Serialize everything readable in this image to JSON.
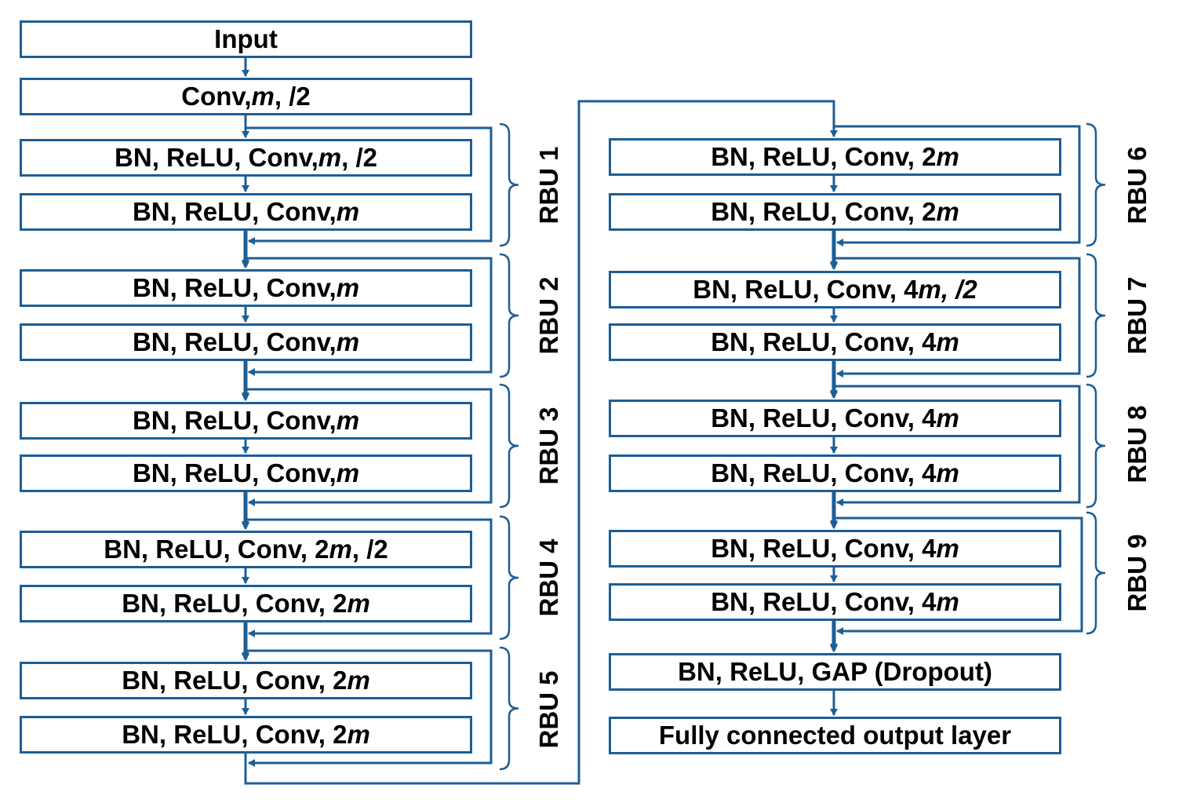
{
  "colors": {
    "stroke": "#1d5e95",
    "text": "#000000",
    "background": "#ffffff"
  },
  "layers": {
    "input": "Input",
    "conv_stem": [
      {
        "t": "Conv, "
      },
      {
        "t": "m",
        "i": true
      },
      {
        "t": ", /2"
      }
    ],
    "rbu1_a": [
      {
        "t": "BN, ReLU, Conv, "
      },
      {
        "t": "m",
        "i": true
      },
      {
        "t": ", /2"
      }
    ],
    "rbu1_b": [
      {
        "t": "BN, ReLU, Conv, "
      },
      {
        "t": "m",
        "i": true
      }
    ],
    "rbu2_a": [
      {
        "t": "BN, ReLU, Conv, "
      },
      {
        "t": "m",
        "i": true
      }
    ],
    "rbu2_b": [
      {
        "t": "BN, ReLU, Conv, "
      },
      {
        "t": "m",
        "i": true
      }
    ],
    "rbu3_a": [
      {
        "t": "BN, ReLU, Conv, "
      },
      {
        "t": "m",
        "i": true
      }
    ],
    "rbu3_b": [
      {
        "t": "BN, ReLU, Conv, "
      },
      {
        "t": "m",
        "i": true
      }
    ],
    "rbu4_a": [
      {
        "t": "BN, ReLU, Conv, 2"
      },
      {
        "t": "m",
        "i": true
      },
      {
        "t": ", /2"
      }
    ],
    "rbu4_b": [
      {
        "t": "BN, ReLU, Conv, 2"
      },
      {
        "t": "m",
        "i": true
      }
    ],
    "rbu5_a": [
      {
        "t": "BN, ReLU, Conv, 2"
      },
      {
        "t": "m",
        "i": true
      }
    ],
    "rbu5_b": [
      {
        "t": "BN, ReLU, Conv, 2"
      },
      {
        "t": "m",
        "i": true
      }
    ],
    "rbu6_a": [
      {
        "t": "BN, ReLU, Conv, 2"
      },
      {
        "t": "m",
        "i": true
      }
    ],
    "rbu6_b": [
      {
        "t": "BN, ReLU, Conv, 2"
      },
      {
        "t": "m",
        "i": true
      }
    ],
    "rbu7_a": [
      {
        "t": "BN, ReLU, Conv, 4"
      },
      {
        "t": "m, /2",
        "i": true
      }
    ],
    "rbu7_b": [
      {
        "t": "BN, ReLU, Conv, 4"
      },
      {
        "t": "m",
        "i": true
      }
    ],
    "rbu8_a": [
      {
        "t": "BN, ReLU, Conv, 4"
      },
      {
        "t": "m",
        "i": true
      }
    ],
    "rbu8_b": [
      {
        "t": "BN, ReLU, Conv, 4"
      },
      {
        "t": "m",
        "i": true
      }
    ],
    "rbu9_a": [
      {
        "t": "BN, ReLU, Conv, 4"
      },
      {
        "t": "m",
        "i": true
      }
    ],
    "rbu9_b": [
      {
        "t": "BN, ReLU, Conv, 4"
      },
      {
        "t": "m",
        "i": true
      }
    ],
    "gap": "BN, ReLU, GAP (Dropout)",
    "fc": "Fully connected output layer"
  },
  "rbu_labels": [
    "RBU 1",
    "RBU 2",
    "RBU 3",
    "RBU 4",
    "RBU 5",
    "RBU 6",
    "RBU 7",
    "RBU 8",
    "RBU 9"
  ]
}
